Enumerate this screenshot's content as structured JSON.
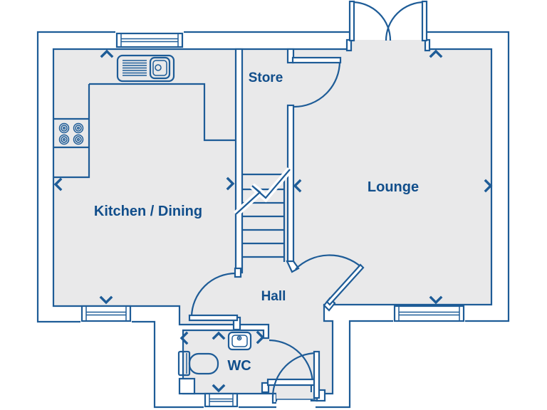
{
  "plan": {
    "type": "ground-floor-plan",
    "rooms": {
      "kitchen": {
        "label": "Kitchen / Dining"
      },
      "store": {
        "label": "Store"
      },
      "lounge": {
        "label": "Lounge"
      },
      "hall": {
        "label": "Hall"
      },
      "wc": {
        "label": "WC"
      }
    },
    "fixtures": [
      "kitchen-sink-drainer",
      "hob-4-rings",
      "worktop-counter",
      "staircase-with-break-line",
      "toilet",
      "wash-basin"
    ],
    "doors": [
      "french-doors-lounge",
      "store-door",
      "kitchen-hall-door",
      "lounge-hall-door",
      "wc-door",
      "front-door"
    ],
    "windows": [
      "kitchen-top-window",
      "kitchen-bottom-window",
      "lounge-bottom-window",
      "wc-bottom-window"
    ],
    "markers": {
      "kitchen": [
        "up",
        "left",
        "right",
        "down"
      ],
      "lounge": [
        "up",
        "left",
        "right",
        "down"
      ],
      "wc": [
        "up",
        "left",
        "right",
        "down"
      ]
    }
  },
  "colors": {
    "line": "#1e5c97",
    "text": "#114e8b",
    "floor": "#e9e9ea",
    "wall": "#ffffff"
  }
}
